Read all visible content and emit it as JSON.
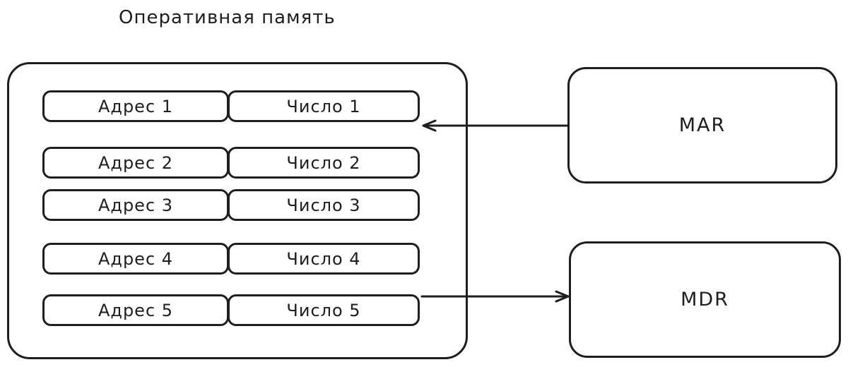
{
  "title": "Оперативная память",
  "memory": {
    "rows": [
      {
        "address": "Адрес 1",
        "value": "Число 1"
      },
      {
        "address": "Адрес 2",
        "value": "Число 2"
      },
      {
        "address": "Адрес 3",
        "value": "Число 3"
      },
      {
        "address": "Адрес 4",
        "value": "Число 4"
      },
      {
        "address": "Адрес 5",
        "value": "Число 5"
      }
    ]
  },
  "registers": {
    "mar": {
      "label": "MAR"
    },
    "mdr": {
      "label": "MDR"
    }
  },
  "arrows": [
    {
      "name": "mar-to-memory",
      "from": "MAR",
      "to": "Число 1",
      "direction": "left"
    },
    {
      "name": "memory-to-mdr",
      "from": "Число 5",
      "to": "MDR",
      "direction": "right"
    }
  ],
  "colors": {
    "stroke": "#1e1e1e",
    "background": "#ffffff"
  }
}
